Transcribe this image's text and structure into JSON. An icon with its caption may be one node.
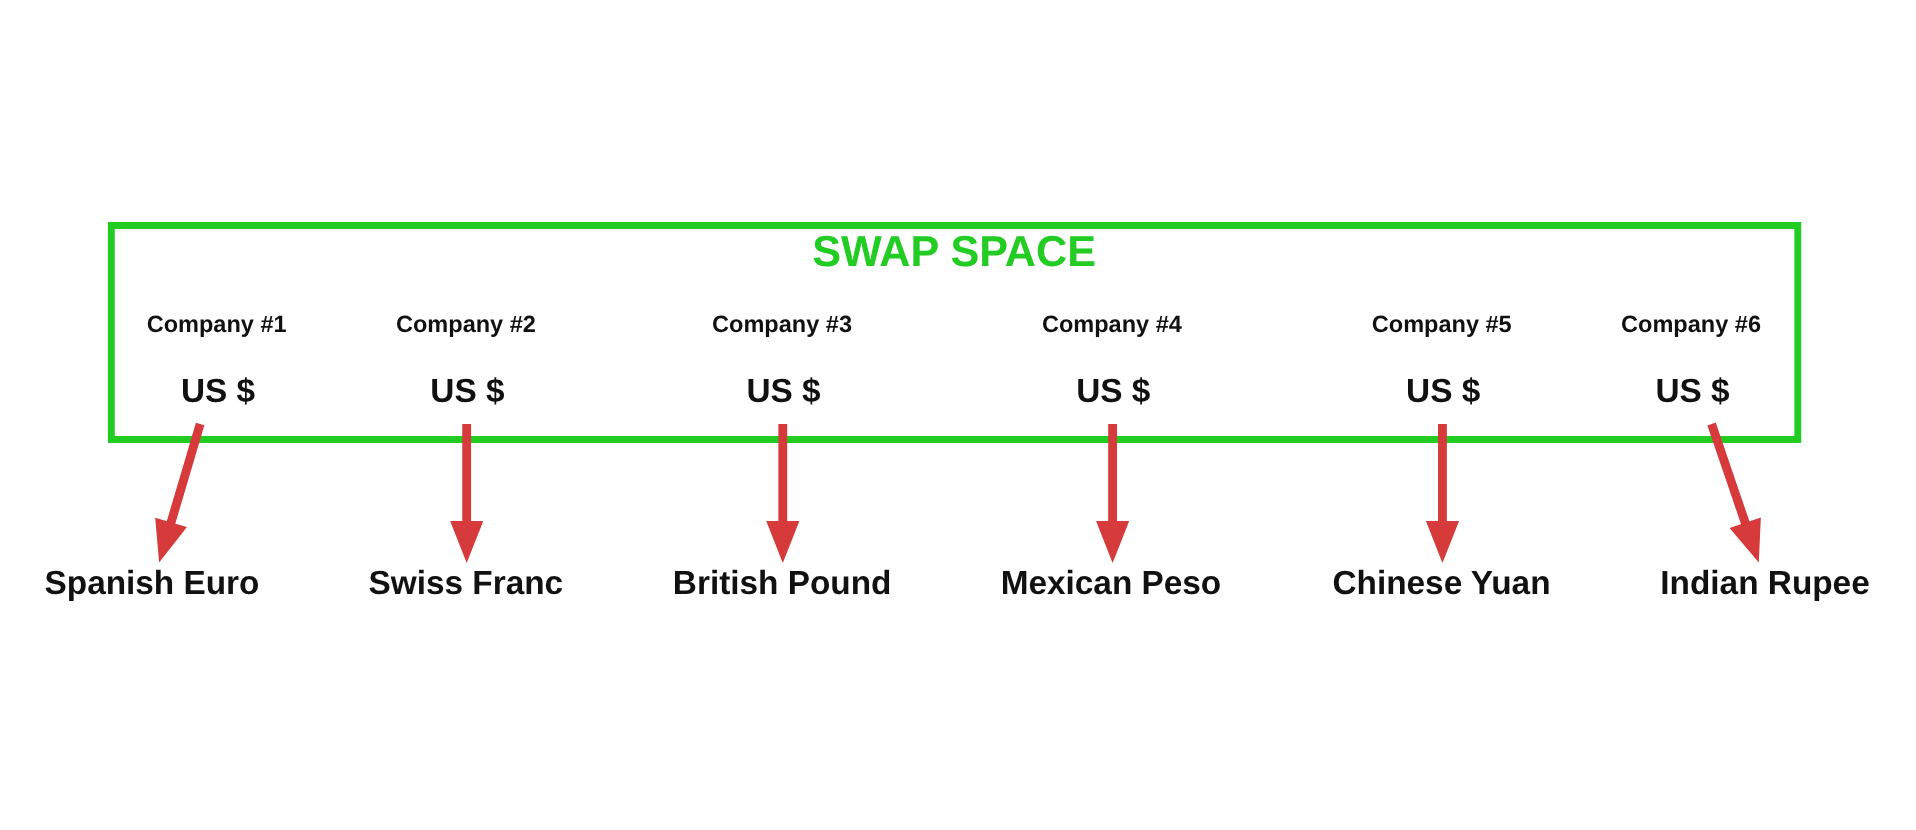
{
  "diagram": {
    "nodes": [
      {
        "text": [
          "SWAP SPACE"
        ]
      },
      {
        "text": [
          "Company #1",
          "US $"
        ],
        "in": 0
      },
      {
        "text": [
          "Company #2",
          "US $"
        ],
        "in": 0
      },
      {
        "text": [
          "Company #3",
          "US $"
        ],
        "in": 0
      },
      {
        "text": [
          "Company #4",
          "US $"
        ],
        "in": 0
      },
      {
        "text": [
          "Company #5",
          "US $"
        ],
        "in": 0
      },
      {
        "text": [
          "Company #6",
          "US $"
        ],
        "in": 0
      },
      {
        "text": [
          "Spanish Euro"
        ]
      },
      {
        "text": [
          "Swiss Franc"
        ]
      },
      {
        "text": [
          "British Pound"
        ]
      },
      {
        "text": [
          "Mexican Peso"
        ]
      },
      {
        "text": [
          "Chinese Yuan"
        ]
      },
      {
        "text": [
          "Indian Rupee"
        ]
      }
    ],
    "edges": [
      {
        "from": 1,
        "to": 7,
        "arrow": "to"
      },
      {
        "from": 2,
        "to": 8,
        "arrow": "to"
      },
      {
        "from": 3,
        "to": 9,
        "arrow": "to"
      },
      {
        "from": 4,
        "to": 10,
        "arrow": "to"
      },
      {
        "from": 5,
        "to": 11,
        "arrow": "to"
      },
      {
        "from": 6,
        "to": 12,
        "arrow": "to"
      }
    ]
  }
}
